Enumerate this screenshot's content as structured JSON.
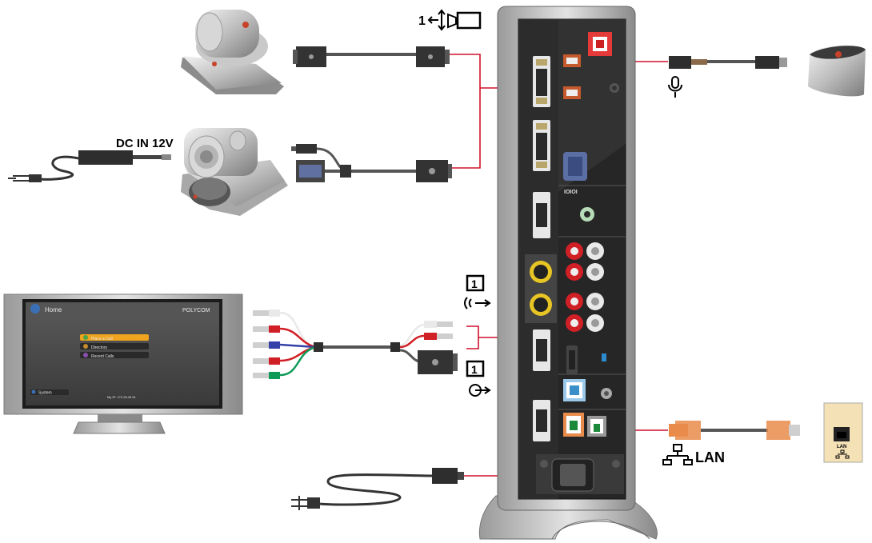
{
  "labels": {
    "dc_in": "DC IN 12V",
    "camera_input_num": "1",
    "lan": "LAN",
    "lan_jack": "LAN",
    "audio_in_num": "1",
    "video_out_num": "1",
    "port_label": "IOIOI"
  },
  "tv_screen": {
    "title": "Home",
    "brand": "POLYCOM",
    "menu": [
      "Place a Call",
      "Directory",
      "Recent Calls"
    ],
    "system": "System",
    "footer": "My IP: 172.26.49.51"
  },
  "colors": {
    "cable_red": "#d0112b",
    "rca_red": "#d11f26",
    "rca_white": "#e9e9e9",
    "rca_blue": "#3240a7",
    "rca_green": "#0f9a58",
    "svideo_yellow": "#e7c524",
    "rj45_orange": "#e98b4a",
    "lan_jack_bg": "#f4e1b6",
    "unit_dark": "#262626"
  }
}
